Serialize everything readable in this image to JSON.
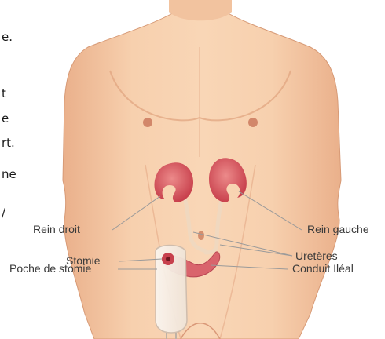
{
  "side_text": {
    "line1": "e.",
    "line2": "t",
    "line3": "e",
    "line4": "rt.",
    "line5": "ne",
    "line6": "/"
  },
  "labels": {
    "rein_droit": "Rein droit",
    "rein_gauche": "Rein gauche",
    "stomie": "Stomie",
    "ureteres": "Uretères",
    "poche_de_stomie": "Poche de stomie",
    "conduit_ileal": "Conduit Iléal"
  },
  "colors": {
    "skin": "#f5c9a4",
    "skin_shadow": "#e6a983",
    "kidney": "#d9525c",
    "ureter": "#f3dfc8",
    "conduit": "#d9626a",
    "pouch": "#f8efe6",
    "leader_line": "#9a9a9a"
  }
}
